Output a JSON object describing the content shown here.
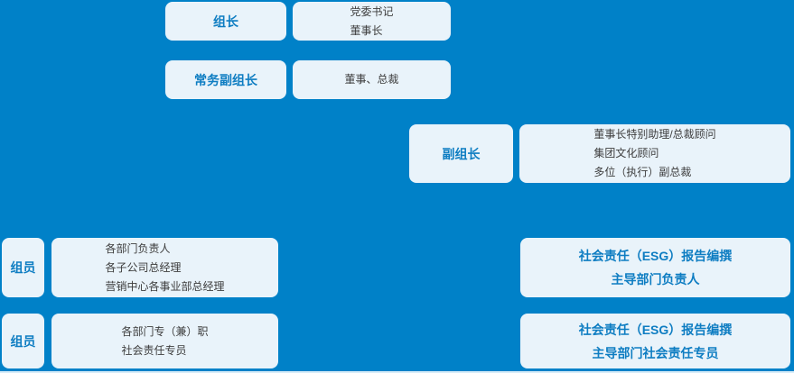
{
  "colors": {
    "background": "#0081c8",
    "box_background": "#e9f3fa",
    "label_text": "#0e7dc2",
    "body_text": "#3d3d3d"
  },
  "chart": {
    "type": "org-structure-diagram",
    "row1": {
      "label": "组长",
      "detail_lines": [
        "党委书记",
        "董事长"
      ]
    },
    "row2": {
      "label": "常务副组长",
      "detail_lines": [
        "董事、总裁"
      ]
    },
    "row3": {
      "label": "副组长",
      "detail_lines": [
        "董事长特别助理/总裁顾问",
        "集团文化顾问",
        "多位（执行）副总裁"
      ]
    },
    "row4": {
      "label": "组员",
      "detail_lines": [
        "各部门负责人",
        "各子公司总经理",
        "营销中心各事业部总经理"
      ],
      "esg_lines": [
        "社会责任（ESG）报告编撰",
        "主导部门负责人"
      ]
    },
    "row5": {
      "label": "组员",
      "detail_lines": [
        "各部门专（兼）职",
        "社会责任专员"
      ],
      "esg_lines": [
        "社会责任（ESG）报告编撰",
        "主导部门社会责任专员"
      ]
    }
  }
}
